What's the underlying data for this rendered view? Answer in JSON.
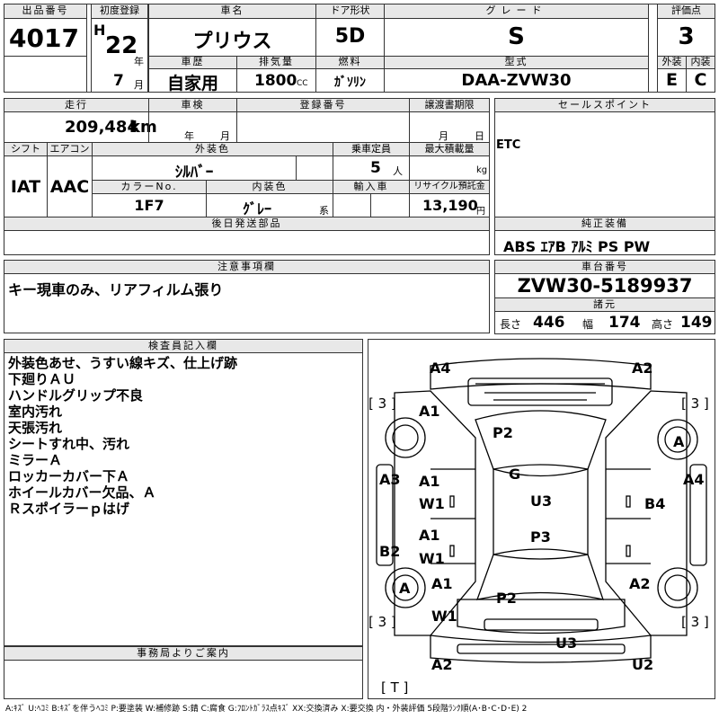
{
  "headers": {
    "lot_no": "出品番号",
    "first_reg": "初度登録",
    "car_name": "車名",
    "door": "ドア形状",
    "grade": "グレード",
    "score": "評価点",
    "history": "車歴",
    "displacement": "排気量",
    "fuel": "燃料",
    "model_code": "型式",
    "exterior": "外装",
    "interior": "内装",
    "mileage": "走行",
    "inspection": "車検",
    "reg_no": "登録番号",
    "transfer_deadline": "譲渡書期限",
    "sales_point": "セールスポイント",
    "shift": "シフト",
    "aircon": "エアコン",
    "color": "外装色",
    "capacity": "乗車定員",
    "max_load": "最大積載量",
    "color_no": "カラーNo.",
    "interior_color": "内装色",
    "import": "輸入車",
    "recycle": "リサイクル預託金",
    "later_parts": "後日発送部品",
    "genuine": "純正装備",
    "caution": "注意事項欄",
    "chassis_no": "車台番号",
    "dimensions": "諸元",
    "inspector": "検査員記入欄",
    "office": "事務局よりご案内"
  },
  "vehicle": {
    "lot_no": "4017",
    "era": "H",
    "reg_year": "22",
    "year_unit": "年",
    "reg_month": "7",
    "month_unit": "月",
    "name": "プリウス",
    "doors": "5D",
    "grade": "S",
    "score": "3",
    "history": "自家用",
    "displacement": "1800",
    "cc_unit": "CC",
    "fuel": "ｶﾞｿﾘﾝ",
    "model_code": "DAA-ZVW30",
    "exterior_grade": "E",
    "interior_grade": "C",
    "mileage": "209,484",
    "km_unit": "km",
    "insp_year_unit": "年",
    "insp_month_unit": "月",
    "transfer_month_unit": "月",
    "transfer_day_unit": "日",
    "sales_point": "ETC",
    "shift": "IAT",
    "aircon": "AAC",
    "color": "ｼﾙﾊﾞｰ",
    "capacity": "5",
    "capacity_unit": "人",
    "kg_unit": "kg",
    "color_no": "1F7",
    "interior_color": "ｸﾞﾚｰ",
    "interior_color_suffix": "系",
    "recycle": "13,190",
    "yen_unit": "円",
    "genuine": "ABS ｴｱB ｱﾙﾐ PS PW",
    "caution": "キー現車のみ、リアフィルム張り",
    "chassis_no": "ZVW30-5189937",
    "length_label": "長さ",
    "length": "446",
    "width_label": "幅",
    "width": "174",
    "height_label": "高さ",
    "height": "149"
  },
  "inspector_notes": [
    "外装色あせ、うすい線キズ、仕上げ跡",
    "下廻りＡＵ",
    "ハンドルグリップ不良",
    "室内汚れ",
    "天張汚れ",
    "シートすれ中、汚れ",
    "ミラーＡ",
    "ロッカーカバー下Ａ",
    "ホイールカバー欠品、Ａ",
    "Ｒスポイラーｐはげ"
  ],
  "diagram": {
    "front_left": "A4",
    "front_right": "A2",
    "tire_fl": "[ 3 ]",
    "tire_fr": "[ 3 ]",
    "fender_fl": "A1",
    "wheel_fr": "A",
    "hood": "P2",
    "windshield": "G",
    "door_fl_1": "A1",
    "door_fl_2": "W1",
    "pillar_l": "A3",
    "pillar_r": "A4",
    "roof": "U3",
    "door_fr": "B4",
    "door_rl_1": "A1",
    "door_rl_2": "W1",
    "rocker_l": "B2",
    "rear_roof": "P3",
    "wheel_rl": "A",
    "fender_rl": "A1",
    "fender_rr": "A2",
    "trunk": "P2",
    "rear_lower_l": "W1",
    "tire_rl": "[ 3 ]",
    "tire_rr": "[ 3 ]",
    "rear_bumper": "U3",
    "rear_left": "A2",
    "rear_right": "U2",
    "spare": "[ T ]"
  },
  "legend": "A:ｷｽﾞ U:ﾍｺﾐ B:ｷｽﾞを伴うﾍｺﾐ P:要塗装 W:補修跡 S:錆 C:腐食 G:ﾌﾛﾝﾄｶﾞﾗｽ点ｷｽﾞ XX:交換済み X:要交換 内・外装評価 5段階ﾗﾝｸ順(A･B･C･D･E) 2"
}
